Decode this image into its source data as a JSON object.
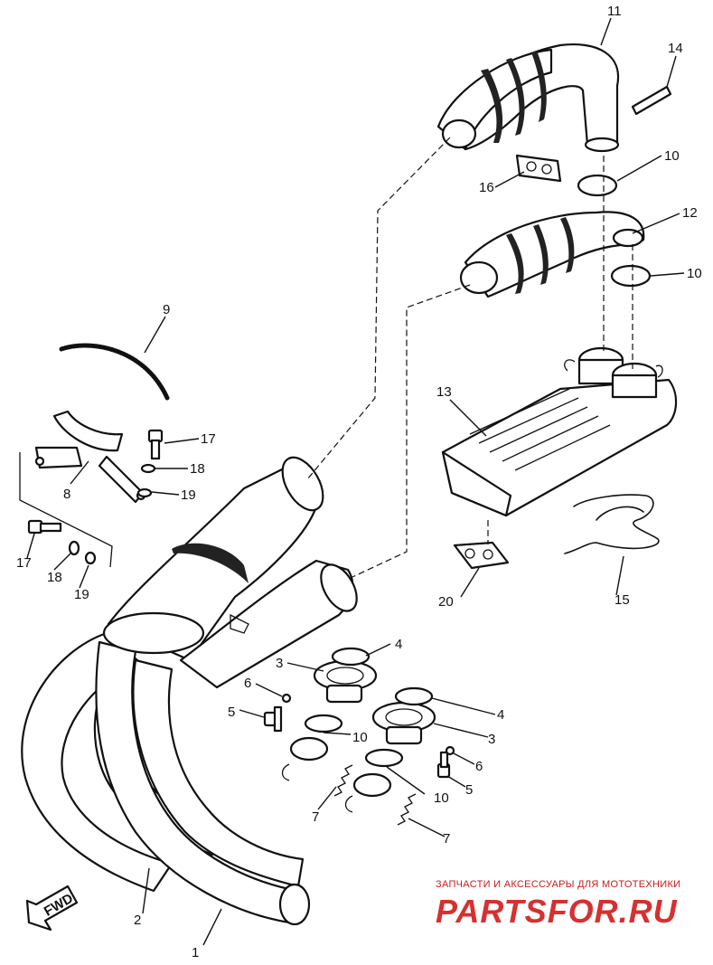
{
  "diagram": {
    "callouts": [
      "1",
      "2",
      "3",
      "3",
      "4",
      "4",
      "5",
      "5",
      "6",
      "6",
      "7",
      "7",
      "8",
      "9",
      "10",
      "10",
      "10",
      "10",
      "11",
      "12",
      "13",
      "14",
      "15",
      "16",
      "17",
      "17",
      "18",
      "18",
      "19",
      "19",
      "20"
    ],
    "fwd_label": "FWD"
  },
  "watermark": {
    "tagline": "ЗАПЧАСТИ И АКСЕССУАРЫ ДЛЯ МОТОТЕХНИКИ",
    "logo": "PARTSFOR.RU"
  }
}
